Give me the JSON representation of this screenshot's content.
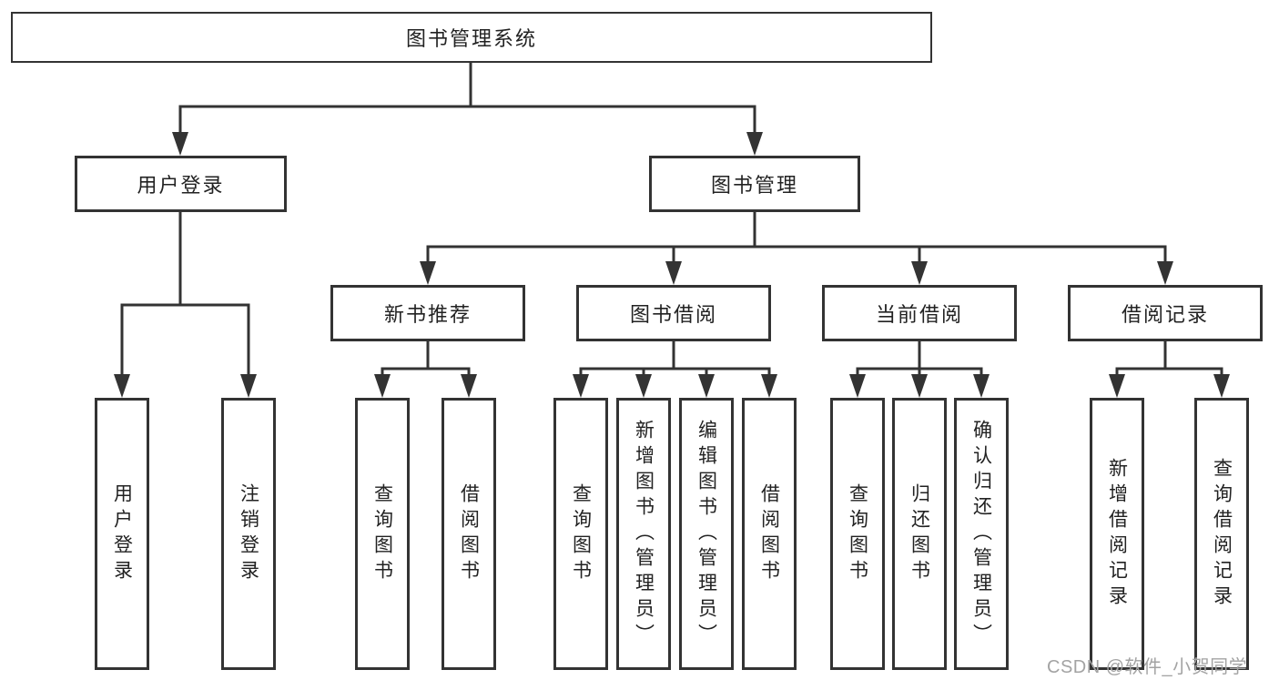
{
  "diagram": {
    "root": {
      "label": "图书管理系统",
      "children": [
        {
          "label": "用户登录",
          "children": [
            {
              "label": "用户登录"
            },
            {
              "label": "注销登录"
            }
          ]
        },
        {
          "label": "图书管理",
          "children": [
            {
              "label": "新书推荐",
              "children": [
                {
                  "label": "查询图书"
                },
                {
                  "label": "借阅图书"
                }
              ]
            },
            {
              "label": "图书借阅",
              "children": [
                {
                  "label": "查询图书"
                },
                {
                  "label": "新增图书（管理员）"
                },
                {
                  "label": "编辑图书（管理员）"
                },
                {
                  "label": "借阅图书"
                }
              ]
            },
            {
              "label": "当前借阅",
              "children": [
                {
                  "label": "查询图书"
                },
                {
                  "label": "归还图书"
                },
                {
                  "label": "确认归还（管理员）"
                }
              ]
            },
            {
              "label": "借阅记录",
              "children": [
                {
                  "label": "新增借阅记录"
                },
                {
                  "label": "查询借阅记录"
                }
              ]
            }
          ]
        }
      ]
    }
  },
  "watermark": "CSDN @软件_小贺同学",
  "colors": {
    "line": "#333333",
    "box_border": "#333333",
    "text": "#222222",
    "background": "#ffffff",
    "watermark_text": "#a3a3a3"
  }
}
